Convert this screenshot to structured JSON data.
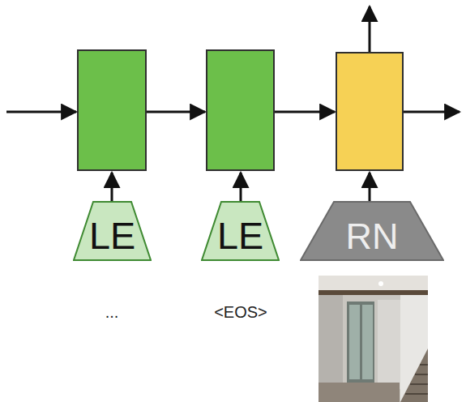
{
  "diagram": {
    "nodes": [
      {
        "text": [
          "LE"
        ]
      },
      {
        "text": [
          "LE"
        ]
      },
      {
        "text": [
          "RN"
        ]
      }
    ],
    "labels": [
      "...",
      "<EOS>"
    ]
  }
}
